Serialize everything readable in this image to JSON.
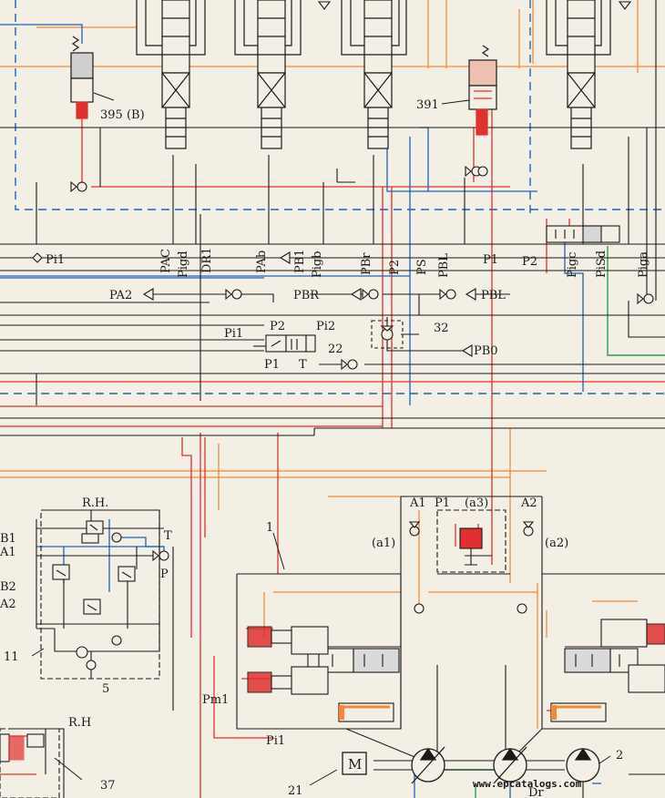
{
  "labels": {
    "comp_395": "395 (B)",
    "comp_391": "391",
    "pi1_top": "Pi1",
    "pac": "PAC",
    "pigd": "Pigd",
    "dr1": "DR1",
    "pab": "PAb",
    "pb1": "PB1",
    "pigb": "Pigb",
    "pbr_v": "PBr",
    "p2_v": "P2",
    "ps": "PS",
    "pbl_v": "PBL",
    "p1_h": "P1",
    "p2_h": "P2",
    "pigc": "Pigc",
    "pisd": "PiSd",
    "piga": "Piga",
    "pa2": "PA2",
    "pbr": "PBR",
    "pbl": "PBL",
    "pi1_22": "Pi1",
    "p2_22": "P2",
    "pi2_22": "Pi2",
    "num_22": "22",
    "p1_22": "P1",
    "t_22": "T",
    "num_32": "32",
    "pb0": "PB0",
    "rh_top": "R.H.",
    "b1": "B1",
    "a1": "A1",
    "b2": "B2",
    "a2": "A2",
    "t_rh": "T",
    "p_rh": "P",
    "num_11": "11",
    "num_5": "5",
    "rh_bottom": "R.H",
    "num_37": "37",
    "num_1": "1",
    "a1_pump": "A1",
    "p1_pump": "P1",
    "a3": "(a3)",
    "a2_pump": "A2",
    "a1_paren": "(a1)",
    "a2_paren": "(a2)",
    "pm1": "Pm1",
    "pi1_bottom": "Pi1",
    "num_21": "21",
    "motor_m": "M",
    "num_2": "2",
    "dr_bottom": "Dr",
    "watermark": "www.epcatalogs.com"
  },
  "colors": {
    "paper": "#f4efe4",
    "line": "#1a1a1a",
    "red": "#e0302f",
    "orange": "#f08a3a",
    "blue": "#1c64b8",
    "green": "#23a04a",
    "pink": "#e68a8a"
  }
}
